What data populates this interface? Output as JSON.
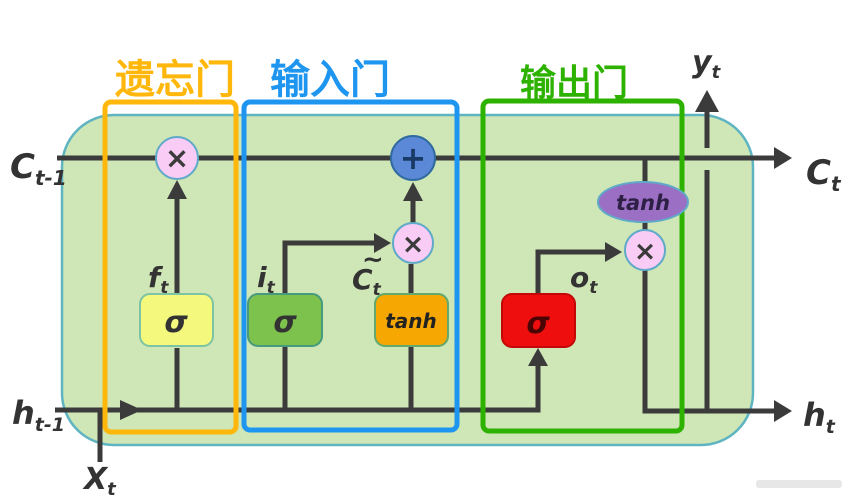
{
  "diagram": {
    "type": "lstm-cell",
    "gates": {
      "forget": {
        "label": "遗忘门",
        "color": "#FFB70C"
      },
      "input": {
        "label": "输入门",
        "color": "#1E96F0"
      },
      "output": {
        "label": "输出门",
        "color": "#2DB200"
      }
    },
    "io": {
      "cell_state_in": {
        "base": "C",
        "sub": "t-1"
      },
      "cell_state_out": {
        "base": "C",
        "sub": "t"
      },
      "hidden_in": {
        "base": "h",
        "sub": "t-1"
      },
      "hidden_out": {
        "base": "h",
        "sub": "t"
      },
      "input_x": {
        "base": "X",
        "sub": "t"
      },
      "output_y": {
        "base": "y",
        "sub": "t"
      }
    },
    "signals": {
      "forget": {
        "base": "f",
        "sub": "t"
      },
      "input": {
        "base": "i",
        "sub": "t"
      },
      "candidate": {
        "base": "C",
        "sub": "t",
        "tilde": "~"
      },
      "output": {
        "base": "o",
        "sub": "t"
      }
    },
    "ops": {
      "sigma": "σ",
      "tanh": "tanh",
      "multiply": "×",
      "add": "+"
    },
    "colors": {
      "line": "#3B3B3B",
      "cell_fill": "#CFE6B6",
      "cell_border": "#5FB4C2",
      "sigma_yellow_fill": "#F4F87C",
      "sigma_yellow_border": "#7CC4A4",
      "sigma_green_fill": "#7DC24D",
      "sigma_green_border": "#47997F",
      "tanh_orange_fill": "#F7A701",
      "tanh_orange_border": "#61A96F",
      "sigma_red_fill": "#EE0E0E",
      "sigma_red_border": "#C40808",
      "multiply_fill": "#F8CCF4",
      "multiply_border": "#5FA9C9",
      "add_fill": "#5C88D8",
      "add_border": "#2F6B9E",
      "tanh_purple_fill": "#9A6FC4",
      "tanh_purple_border": "#5FA9C9",
      "sigma_text": "#333333",
      "sigma_red_text": "#4A0404",
      "tanh_box_text": "#222222",
      "tanh_ellipse_text": "#2E1F45",
      "add_text": "#1A3A66",
      "label_text": "#333333"
    }
  }
}
